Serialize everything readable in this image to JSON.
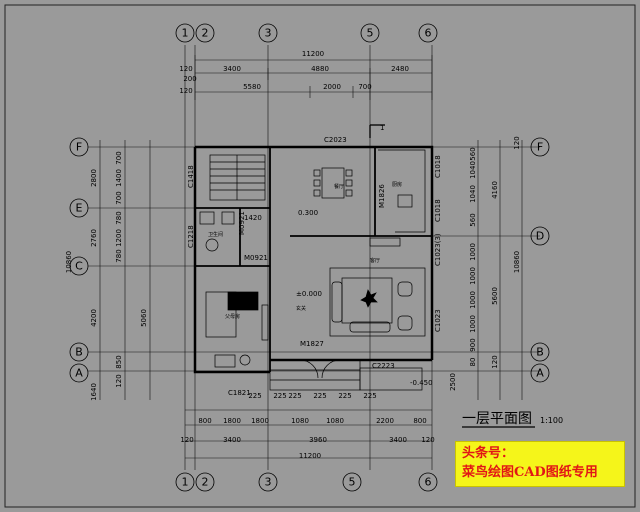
{
  "drawing": {
    "title": "一层平面图",
    "scale": "1:100",
    "overall_width": "11200",
    "top_dims_row1": [
      "3400",
      "4880",
      "2480"
    ],
    "top_dims_row2": [
      "5580",
      "2000",
      "700"
    ],
    "left_edge_dims": [
      "120",
      "200",
      "120"
    ],
    "bottom_dims_row1": [
      "800",
      "1800",
      "1800",
      "1080",
      "1080",
      "2200",
      "800"
    ],
    "bottom_dims_row2": [
      "120",
      "3400",
      "3960",
      "3400",
      "120"
    ],
    "bottom_overall": "11200",
    "bottom_small_dims": [
      "225",
      "225",
      "225",
      "225",
      "225",
      "225"
    ],
    "left_dims_outer": [
      "2800",
      "2760",
      "4200",
      "1640"
    ],
    "left_total": "10860",
    "left_dims_inner": [
      "700",
      "1400",
      "700",
      "780",
      "1200",
      "780",
      "5060",
      "850",
      "120"
    ],
    "right_dims_inner": [
      "560",
      "1040",
      "1040",
      "560",
      "1000",
      "1000",
      "1000",
      "1000",
      "900",
      "80"
    ],
    "right_dims_outer": [
      "4160",
      "5600",
      "120",
      "2500"
    ],
    "right_total": "10860",
    "right_dim_small": "120"
  },
  "grid_axes": {
    "top": [
      "1",
      "2",
      "3",
      "5",
      "6"
    ],
    "bottom": [
      "1",
      "2",
      "3",
      "5",
      "6"
    ],
    "left": [
      "F",
      "E",
      "C",
      "B",
      "A"
    ],
    "right": [
      "F",
      "D",
      "B",
      "A"
    ]
  },
  "labels": {
    "window_top": "C2023",
    "window_left1": "C1418",
    "window_left2": "C1218",
    "window_right1": "C1018",
    "window_right2": "C1018",
    "window_right3": "C1023",
    "window_right4": "C1023(3)",
    "window_bottom_left": "C1821",
    "window_bottom_right": "C2223",
    "door_main": "M1827",
    "door_bath": "M0921",
    "door_kitchen": "M1826",
    "door_small": "M0921",
    "dim_1420": "1420",
    "level_300": "0.300",
    "level_zero": "±0.000",
    "level_neg": "-0.450",
    "section_mark": "1",
    "room_dining": "餐厅",
    "room_kitchen": "厨房",
    "room_living": "客厅",
    "room_bath": "卫生间",
    "room_bedroom": "父母房",
    "room_foyer": "玄关"
  },
  "watermark": {
    "line1": "头条号：",
    "line2": "菜鸟绘图CAD图纸专用",
    "color": "#e21616",
    "bg": "#f5f51a"
  }
}
